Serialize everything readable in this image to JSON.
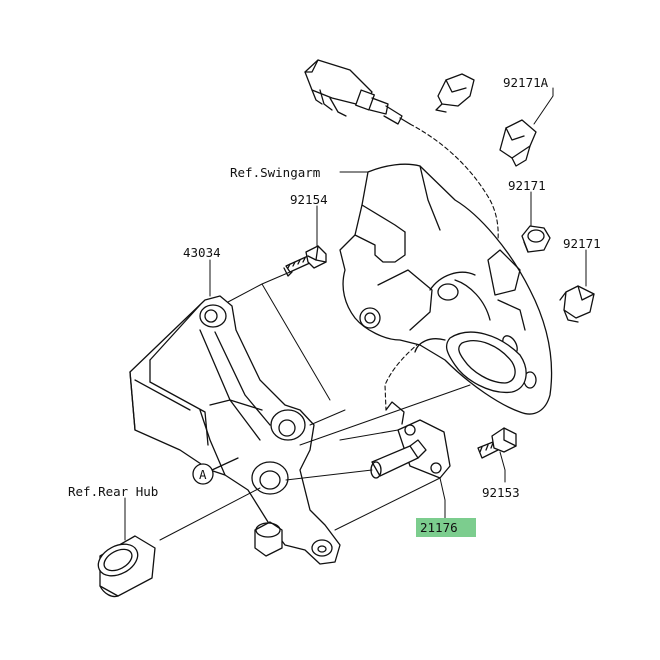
{
  "labels": {
    "part_92171a": "92171A",
    "part_92171_upper": "92171",
    "part_92171_lower": "92171",
    "part_92154": "92154",
    "part_43034": "43034",
    "part_92153": "92153",
    "part_21176": "21176",
    "ref_swingarm": "Ref.Swingarm",
    "ref_rear_hub": "Ref.Rear Hub",
    "callout_a": "A"
  },
  "colors": {
    "line": "#111111",
    "highlight": "#7ccd8e",
    "background": "#ffffff"
  }
}
